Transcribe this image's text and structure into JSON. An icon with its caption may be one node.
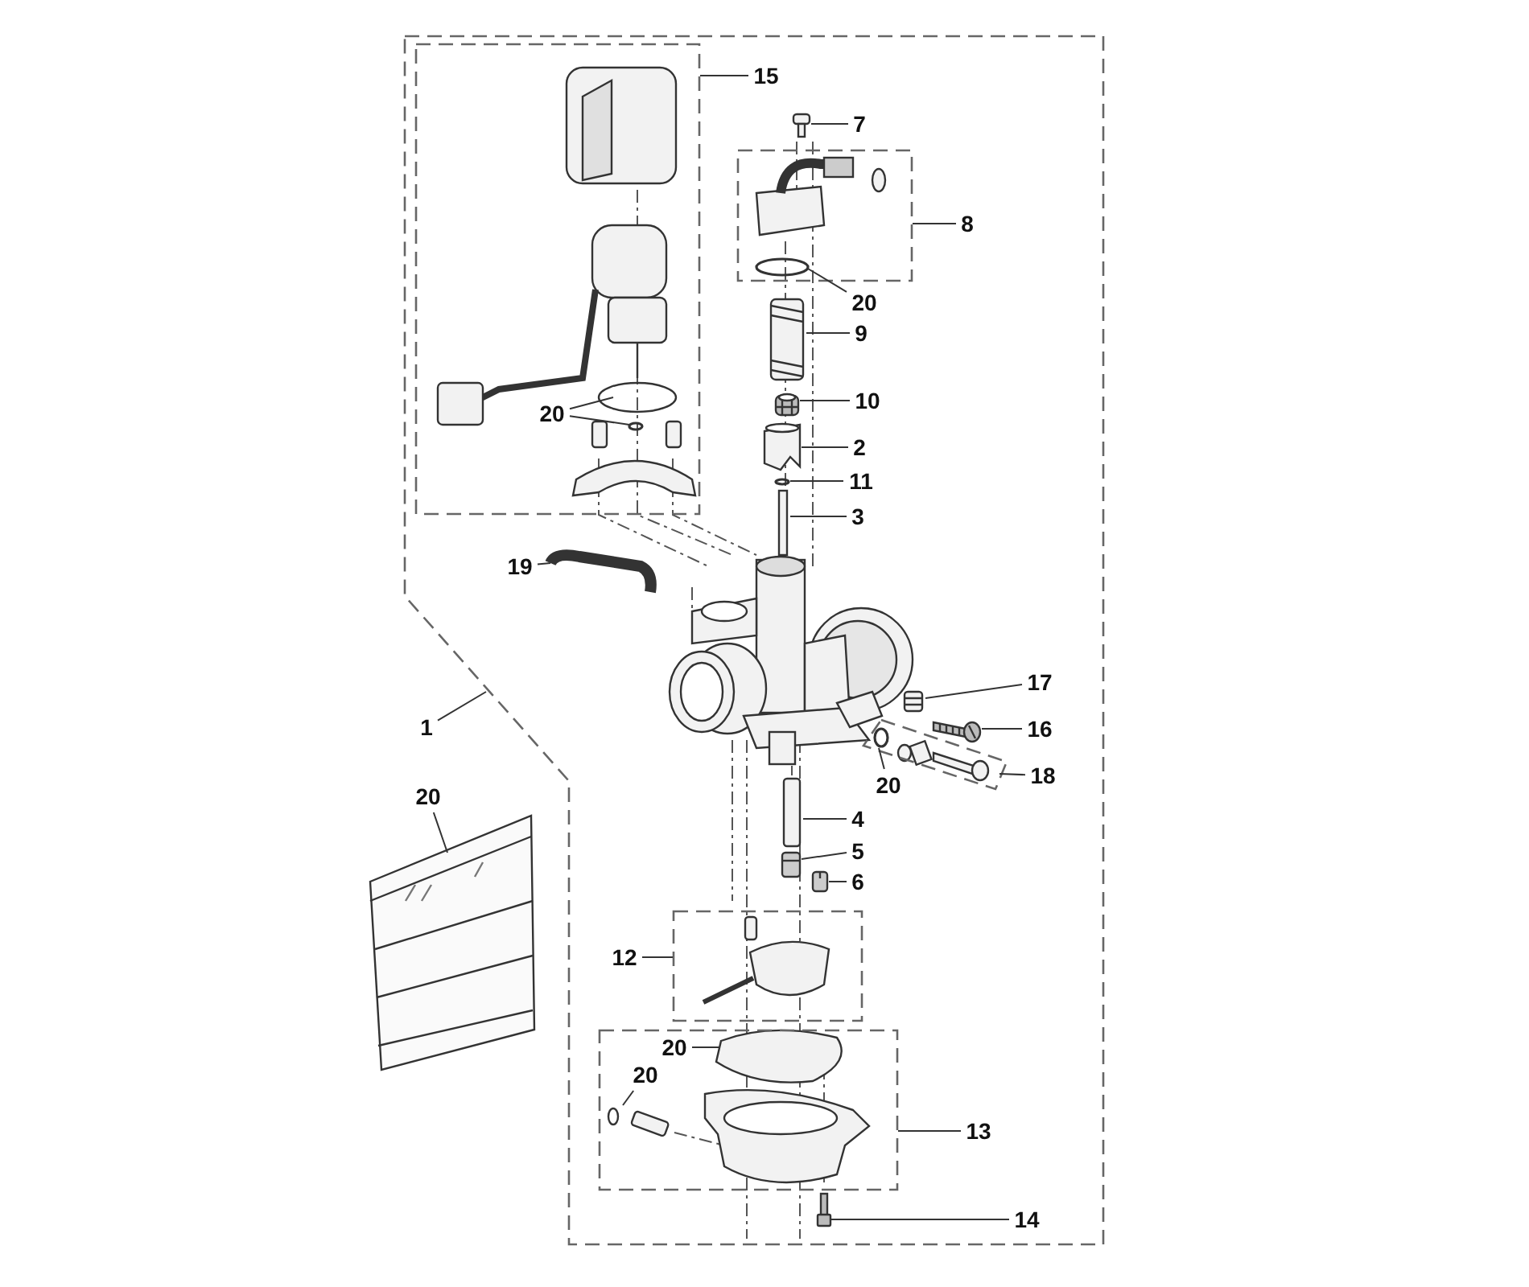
{
  "diagram": {
    "nodes": [
      {
        "text": [],
        "shape": "box"
      },
      {
        "text": [],
        "shape": "box",
        "in": 0
      },
      {
        "text": [
          "15"
        ],
        "in": 0
      },
      {
        "text": [
          "7"
        ],
        "in": 0
      },
      {
        "text": [],
        "shape": "box",
        "in": 0
      },
      {
        "text": [
          "8"
        ],
        "in": 0
      },
      {
        "text": [
          "20"
        ],
        "in": 0
      },
      {
        "text": [
          "9"
        ],
        "in": 0
      },
      {
        "text": [
          "20"
        ],
        "in": 1
      },
      {
        "text": [
          "10"
        ],
        "in": 0
      },
      {
        "text": [
          "2"
        ],
        "in": 0
      },
      {
        "text": [
          "11"
        ],
        "in": 0
      },
      {
        "text": [
          "3"
        ],
        "in": 0
      },
      {
        "text": [
          "19"
        ],
        "in": 0
      },
      {
        "text": [
          "17"
        ],
        "in": 0
      },
      {
        "text": [
          "1"
        ]
      },
      {
        "text": [],
        "shape": "box",
        "in": 0
      },
      {
        "text": [
          "16"
        ],
        "in": 0
      },
      {
        "text": [
          "20"
        ],
        "in": 0
      },
      {
        "text": [
          "18"
        ],
        "in": 0
      },
      {
        "text": [
          "20"
        ]
      },
      {
        "text": [
          "4"
        ],
        "in": 0
      },
      {
        "text": [
          "5"
        ],
        "in": 0
      },
      {
        "text": [
          "6"
        ],
        "in": 0
      },
      {
        "text": [],
        "shape": "box",
        "in": 0
      },
      {
        "text": [
          "12"
        ],
        "in": 0
      },
      {
        "text": [],
        "shape": "box",
        "in": 0
      },
      {
        "text": [
          "20"
        ],
        "in": 26
      },
      {
        "text": [
          "20"
        ],
        "in": 26
      },
      {
        "text": [
          "13"
        ],
        "in": 0
      },
      {
        "text": [
          "14"
        ],
        "in": 0
      },
      {
        "text": [],
        "shape": "picture",
        "in": 0
      },
      {
        "text": [],
        "shape": "circle",
        "in": 4
      },
      {
        "text": [],
        "shape": "picture",
        "in": 0
      },
      {
        "text": [],
        "shape": "picture",
        "in": 0
      },
      {
        "text": [],
        "shape": "picture",
        "in": 0
      },
      {
        "text": [],
        "shape": "circle",
        "in": 1
      },
      {
        "text": [],
        "shape": "picture",
        "in": 0
      },
      {
        "text": [],
        "shape": "circle",
        "in": 0
      },
      {
        "text": [],
        "shape": "circle",
        "in": 16
      },
      {
        "text": [],
        "shape": "picture",
        "in": 0
      },
      {
        "text": [],
        "shape": "picture",
        "in": 0
      },
      {
        "text": [],
        "shape": "picture",
        "in": 0
      }
    ],
    "edges": [
      {
        "from": 2,
        "to": 1,
        "arrow": "none"
      },
      {
        "from": 3,
        "to": 31,
        "arrow": "none"
      },
      {
        "from": 5,
        "to": 4,
        "arrow": "none"
      },
      {
        "from": 6,
        "to": 32,
        "arrow": "none"
      },
      {
        "from": 7,
        "to": null,
        "arrow": "none"
      },
      {
        "from": 8,
        "to": null,
        "arrow": "none"
      },
      {
        "from": 8,
        "to": 36,
        "arrow": "none"
      },
      {
        "from": 9,
        "to": 37,
        "arrow": "none"
      },
      {
        "from": 10,
        "to": 42,
        "arrow": "none"
      },
      {
        "from": 11,
        "to": 38,
        "arrow": "none"
      },
      {
        "from": 12,
        "to": null,
        "arrow": "none"
      },
      {
        "from": 13,
        "to": null,
        "arrow": "none"
      },
      {
        "from": 14,
        "to": 33,
        "arrow": "none"
      },
      {
        "from": 15,
        "to": 0,
        "arrow": "none"
      },
      {
        "from": 17,
        "to": 34,
        "arrow": "none"
      },
      {
        "from": 18,
        "to": 39,
        "arrow": "none"
      },
      {
        "from": 19,
        "to": 16,
        "arrow": "none"
      },
      {
        "from": 20,
        "to": null,
        "arrow": "none"
      },
      {
        "from": 21,
        "to": null,
        "arrow": "none"
      },
      {
        "from": 22,
        "to": 40,
        "arrow": "none"
      },
      {
        "from": 23,
        "to": 41,
        "arrow": "none"
      },
      {
        "from": 25,
        "to": 24,
        "arrow": "none"
      },
      {
        "from": 27,
        "to": null,
        "arrow": "none"
      },
      {
        "from": 28,
        "to": null,
        "arrow": "none"
      },
      {
        "from": 29,
        "to": 26,
        "arrow": "none"
      },
      {
        "from": 30,
        "to": 35,
        "arrow": "none"
      }
    ]
  }
}
